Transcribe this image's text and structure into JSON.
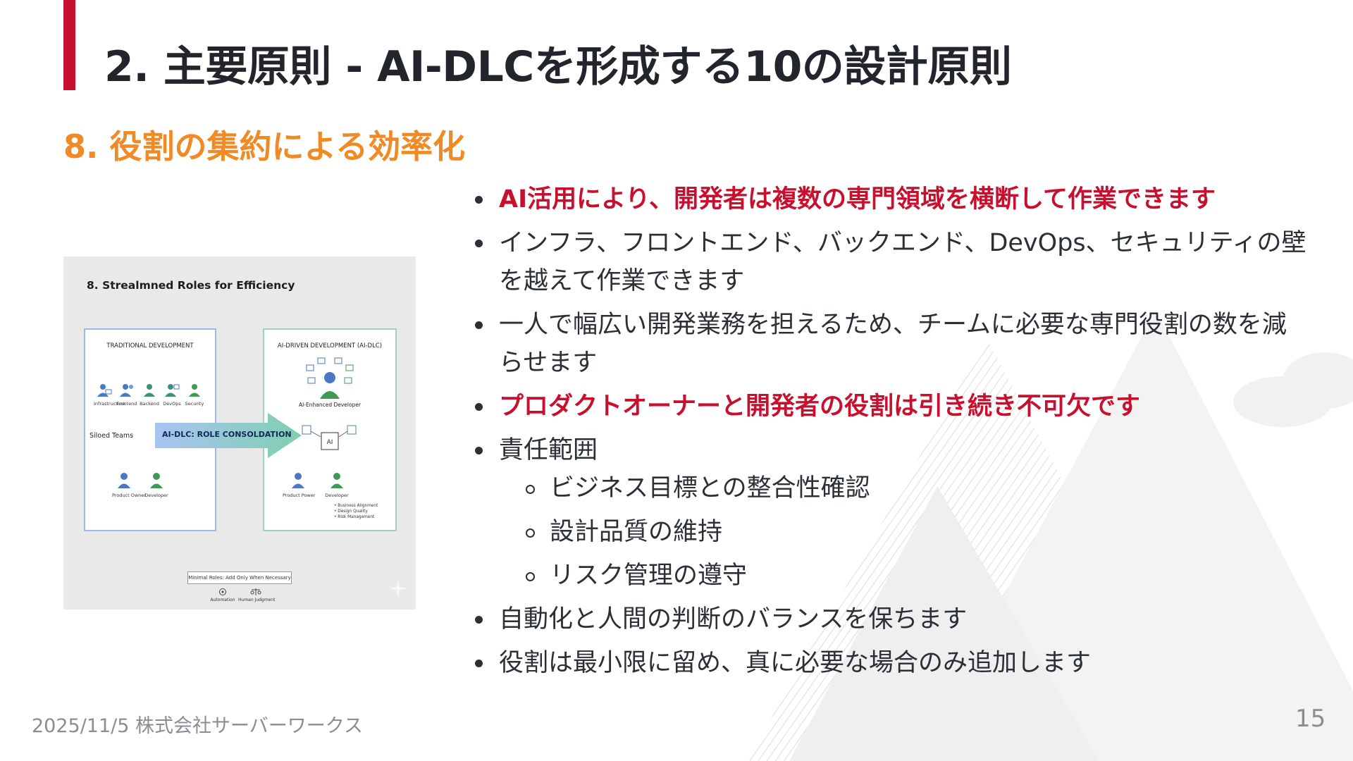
{
  "slide": {
    "title": "2. 主要原則 - AI-DLCを形成する10の設計原則",
    "subtitle": "8. 役割の集約による効率化",
    "accent_color": "#c8102e",
    "subtitle_color": "#f08a24"
  },
  "figure": {
    "title": "8. Strealmned Roles for Efficiency",
    "left_panel": {
      "heading": "TRADITIONAL DEVELOPMENT",
      "roles": [
        "Infrastructure",
        "Frontend",
        "Backend",
        "DevOps",
        "Security"
      ],
      "siloed": "Siloed Teams",
      "bottom_roles": [
        "Product Owner",
        "Developer"
      ]
    },
    "arrow_label": "AI-DLC: ROLE CONSOLDATION",
    "right_panel": {
      "heading": "AI-DRIVEN DEVELOPMENT (AI-DLC)",
      "ai_dev": "AI-Enhanced Developer",
      "chip": "AI",
      "bottom_roles": [
        "Product Power",
        "Developer"
      ],
      "dev_notes": [
        "• Business Alignment",
        "• Design Quality",
        "• Risk Management"
      ]
    },
    "minimal": "Minimal Roles: Add Only When Necessary",
    "mini_items": [
      "Automation",
      "Human Judgment"
    ]
  },
  "bullets": [
    {
      "text": "AI活用により、開発者は複数の専門領域を横断して作業できます",
      "emphasis": true
    },
    {
      "text": "インフラ、フロントエンド、バックエンド、DevOps、セキュリティの壁を越えて作業できます",
      "emphasis": false
    },
    {
      "text": "一人で幅広い開発業務を担えるため、チームに必要な専門役割の数を減らせます",
      "emphasis": false
    },
    {
      "text": "プロダクトオーナーと開発者の役割は引き続き不可欠です",
      "emphasis": true
    },
    {
      "text": "責任範囲",
      "emphasis": false
    },
    {
      "text": "自動化と人間の判断のバランスを保ちます",
      "emphasis": false
    },
    {
      "text": "役割は最小限に留め、真に必要な場合のみ追加します",
      "emphasis": false
    }
  ],
  "sub_bullets": [
    "ビジネス目標との整合性確認",
    "設計品質の維持",
    "リスク管理の遵守"
  ],
  "footer": {
    "text": "2025/11/5 株式会社サーバーワークス",
    "page": "15"
  }
}
